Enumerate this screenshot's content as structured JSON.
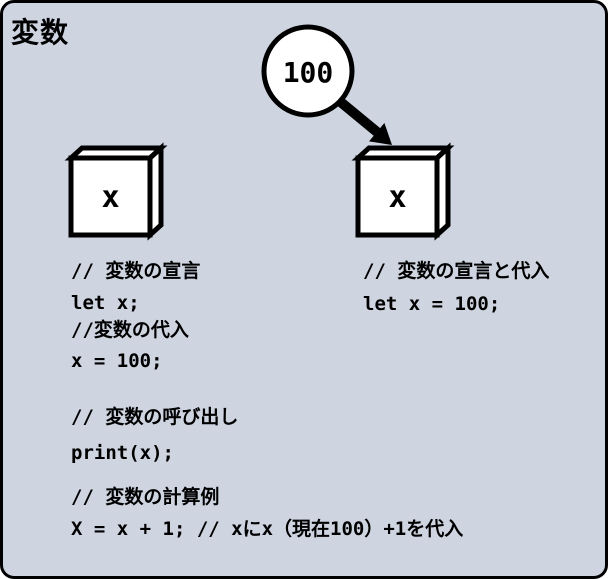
{
  "title": "変数",
  "colors": {
    "background": "#ced4e0",
    "outline": "#000000",
    "shape_fill": "#ffffff",
    "text": "#000000"
  },
  "diagram": {
    "value_circle": {
      "label": "100"
    },
    "left_box": {
      "label": "x"
    },
    "right_box": {
      "label": "x"
    }
  },
  "code": {
    "left": {
      "declaration_comment": "// 変数の宣言",
      "declaration_code": "let x;",
      "assignment_comment": "//変数の代入",
      "assignment_code": "x = 100;",
      "call_comment": "// 変数の呼び出し",
      "call_code": "print(x);",
      "calc_comment": "// 変数の計算例",
      "calc_code": "X = x + 1; // xにx（現在100）+1を代入"
    },
    "right": {
      "declare_assign_comment": "// 変数の宣言と代入",
      "declare_assign_code": "let x = 100;"
    }
  }
}
